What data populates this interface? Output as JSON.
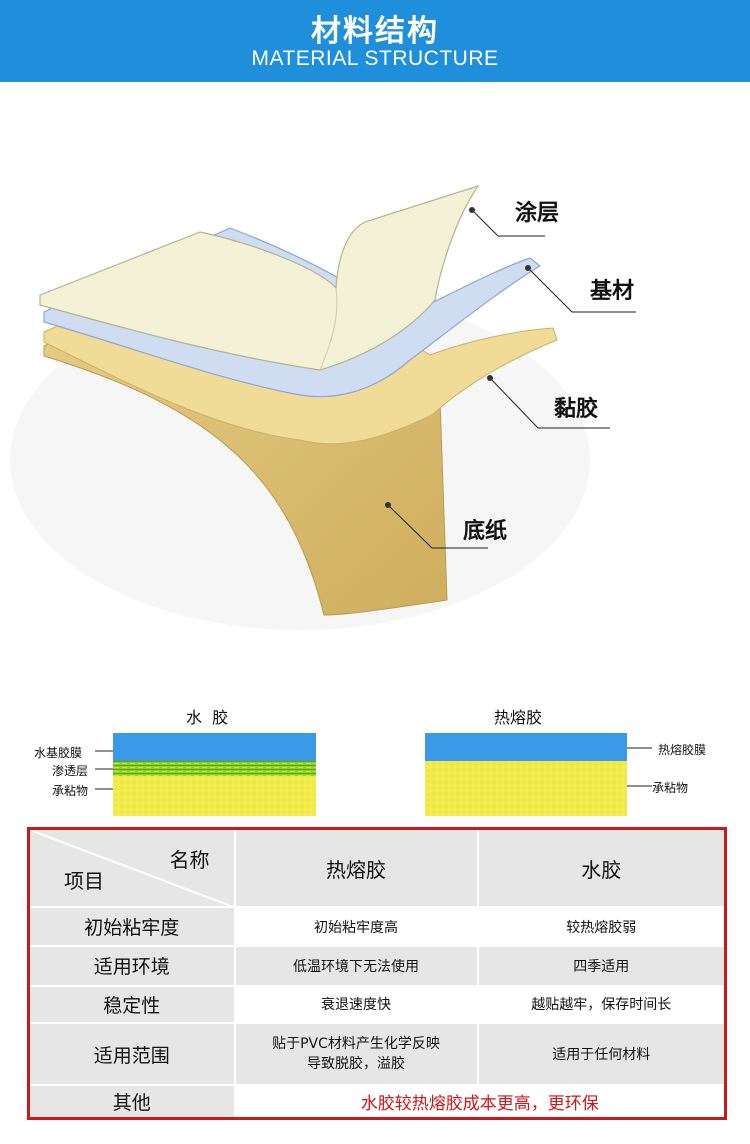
{
  "header": {
    "title_cn": "材料结构",
    "title_en": "MATERIAL STRUCTURE"
  },
  "structure": {
    "labels": [
      "涂层",
      "基材",
      "黏胶",
      "底纸"
    ]
  },
  "water_glue": {
    "title": "水  胶",
    "layers": [
      "水基胶膜",
      "渗透层",
      "承粘物"
    ]
  },
  "hot_melt": {
    "title": "热熔胶",
    "layers": [
      "热熔胶膜",
      "承粘物"
    ]
  },
  "table": {
    "corner_top": "名称",
    "corner_bottom": "项目",
    "col1": "热熔胶",
    "col2": "水胶",
    "rows": [
      {
        "label": "初始粘牢度",
        "c1": "初始粘牢度高",
        "c2": "较热熔胶弱"
      },
      {
        "label": "适用环境",
        "c1": "低温环境下无法使用",
        "c2": "四季适用"
      },
      {
        "label": "稳定性",
        "c1": "衰退速度快",
        "c2": "越贴越牢，保存时间长"
      },
      {
        "label": "适用范围",
        "c1": "贴于PVC材料产生化学反映\n导致脱胶，溢胶",
        "c2": "适用于任何材料"
      }
    ],
    "other_label": "其他",
    "other_value": "水胶较热熔胶成本更高，更环保"
  },
  "colors": {
    "header_blue": "#1f8fdc",
    "table_border_red": "#c8191b",
    "note_red": "#d2151a"
  }
}
